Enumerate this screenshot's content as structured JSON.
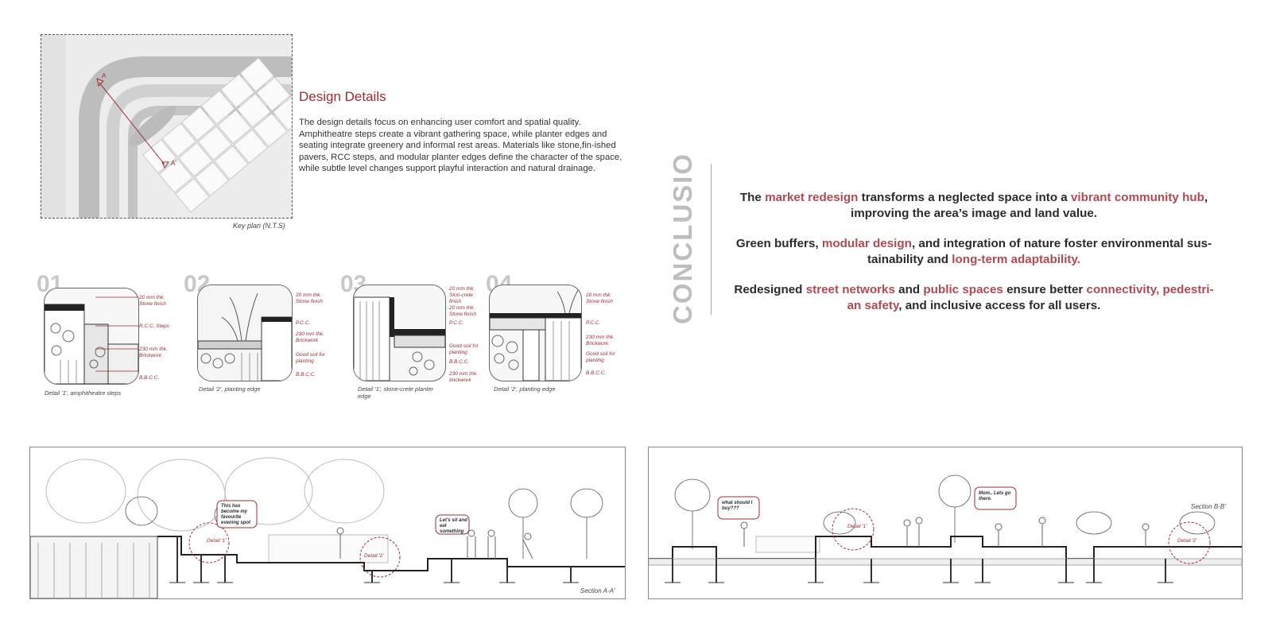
{
  "key_plan": {
    "caption": "Key plan (N.T.S)",
    "marker_a": "A",
    "marker_a_prime": "A'"
  },
  "design_details": {
    "title": "Design Details",
    "body": "The design details focus on enhancing user comfort and spatial quality. Amphitheatre steps create a vibrant gathering space, while planter edges and seating integrate greenery and informal rest areas. Materials like stone,fin-ished pavers, RCC steps, and modular planter edges define the character of the space, while subtle level changes support playful interaction and natural drainage."
  },
  "details": [
    {
      "number": "01",
      "caption": "Detail '1', amphitheatre steps",
      "labels": [
        "20 mm thk. Stone finish",
        "R.C.C. Steps",
        "230 mm thk. Brickwork",
        "B.B.C.C."
      ]
    },
    {
      "number": "02",
      "caption": "Detail '2', planting edge",
      "labels": [
        "20 mm thk. Stone finish",
        "P.C.C.",
        "230 mm thk. Brickwork",
        "Good soil for planting",
        "B.B.C.C."
      ]
    },
    {
      "number": "03",
      "caption": "Detail '1', stone-crete planter edge",
      "labels": [
        "20 mm thk. Ston-crete finish",
        "20 mm thk. Stone finish",
        "P.C.C.",
        "Good soil for planting",
        "B.B.C.C.",
        "230 mm thk. brickwork"
      ]
    },
    {
      "number": "04",
      "caption": "Detail '2', planting edge",
      "labels": [
        "20 mm thk. Stone finish",
        "P.C.C.",
        "230 mm thk. Brickwork",
        "Good soil for planting",
        "B.B.C.C."
      ]
    }
  ],
  "conclusion": {
    "heading": "CONCLUSION",
    "p1": {
      "a": "The ",
      "b": "market redesign",
      "c": " transforms a neglected space into a ",
      "d": "vibrant community hub",
      "e": ",",
      "f": "improving the area’s image and land value."
    },
    "p2": {
      "a": "Green buffers, ",
      "b": "modular design",
      "c": ", and integration of nature foster environmental sus-",
      "d": "tainability and ",
      "e": "long-term adaptability."
    },
    "p3": {
      "a": "Redesigned ",
      "b": "street networks",
      "c": " and ",
      "d": "public spaces",
      "e": " ensure better ",
      "f": "connectivity, pedestri-",
      "g": "an safety",
      "h": ", and inclusive access for all users."
    }
  },
  "section_aa": {
    "caption": "Section A-A'",
    "bubble1": "This has become my favourite evening spot",
    "bubble2": "Let's sit and eat something",
    "detail1": "Detail '1'",
    "detail2": "Detail '2'"
  },
  "section_bb": {
    "caption": "Section B-B'",
    "bubble1": "what should I buy???",
    "bubble2": "Mom.. Lets go there.",
    "detail1": "Detail '1'",
    "detail2": "Detail '2'"
  },
  "colors": {
    "accent": "#9b2c33",
    "highlight": "#b04a52",
    "muted_number": "#c8c8c8"
  }
}
